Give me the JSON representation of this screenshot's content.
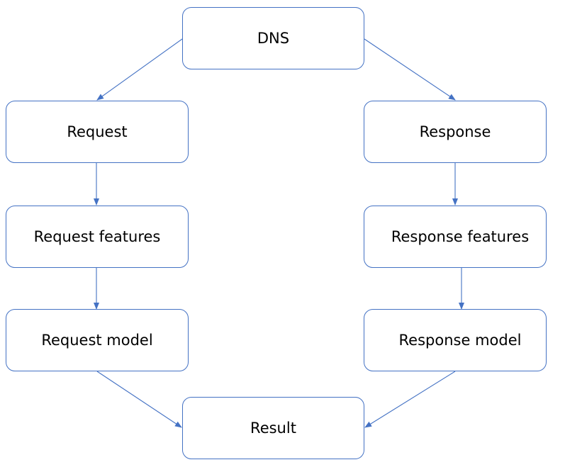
{
  "nodes": {
    "dns": "DNS",
    "request": "Request",
    "response": "Response",
    "request_features": "Request features",
    "response_features": "Response features",
    "request_model": "Request model",
    "response_model": "Response model",
    "result": "Result"
  },
  "edges": [
    {
      "from": "DNS",
      "to": "Request"
    },
    {
      "from": "DNS",
      "to": "Response"
    },
    {
      "from": "Request",
      "to": "Request features"
    },
    {
      "from": "Request features",
      "to": "Request model"
    },
    {
      "from": "Response",
      "to": "Response features"
    },
    {
      "from": "Response features",
      "to": "Response model"
    },
    {
      "from": "Request model",
      "to": "Result"
    },
    {
      "from": "Response model",
      "to": "Result"
    }
  ],
  "colors": {
    "box_border": "#4472c4",
    "arrow": "#4472c4",
    "text": "#000000",
    "background": "#ffffff"
  }
}
